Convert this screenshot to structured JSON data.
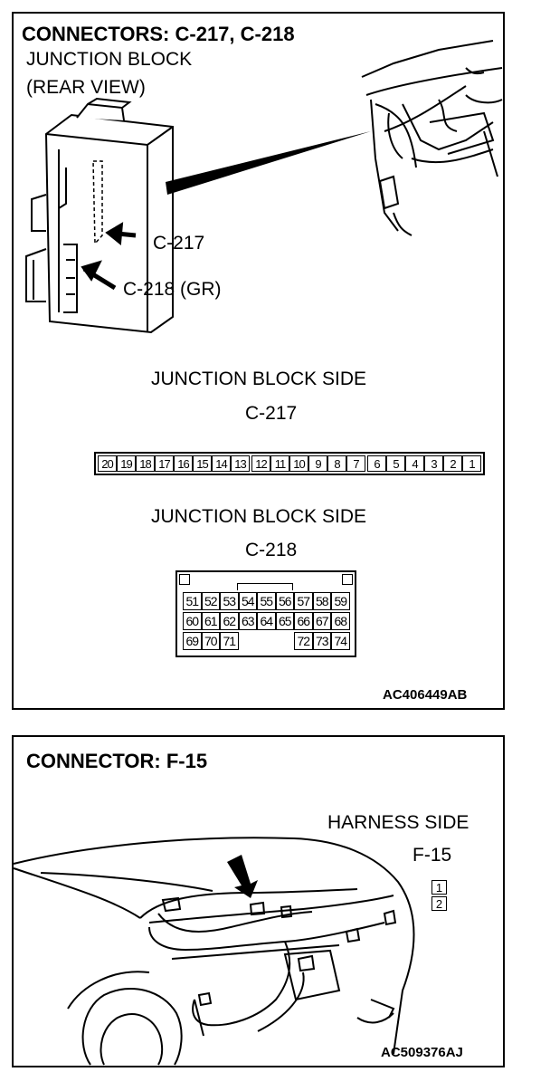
{
  "panel1": {
    "title": "CONNECTORS: C-217, C-218",
    "subtitle_line1": "JUNCTION BLOCK",
    "subtitle_line2": "(REAR VIEW)",
    "callout_c217": "C-217",
    "callout_c218": "C-218 (GR)",
    "c217_heading": "JUNCTION BLOCK SIDE",
    "c217_name": "C-217",
    "c217_pins": [
      "20",
      "19",
      "18",
      "17",
      "16",
      "15",
      "14",
      "13",
      "12",
      "11",
      "10",
      "9",
      "8",
      "7",
      "6",
      "5",
      "4",
      "3",
      "2",
      "1"
    ],
    "c218_heading": "JUNCTION BLOCK SIDE",
    "c218_name": "C-218",
    "c218_rows": [
      [
        "51",
        "52",
        "53",
        "54",
        "55",
        "56",
        "57",
        "58",
        "59"
      ],
      [
        "60",
        "61",
        "62",
        "63",
        "64",
        "65",
        "66",
        "67",
        "68"
      ],
      [
        "69",
        "70",
        "71",
        "",
        "",
        "",
        "72",
        "73",
        "74"
      ]
    ],
    "code": "AC406449AB"
  },
  "panel2": {
    "title": "CONNECTOR: F-15",
    "harness_label": "HARNESS SIDE",
    "connector_name": "F-15",
    "pins": [
      "1",
      "2"
    ],
    "code": "AC509376AJ"
  }
}
